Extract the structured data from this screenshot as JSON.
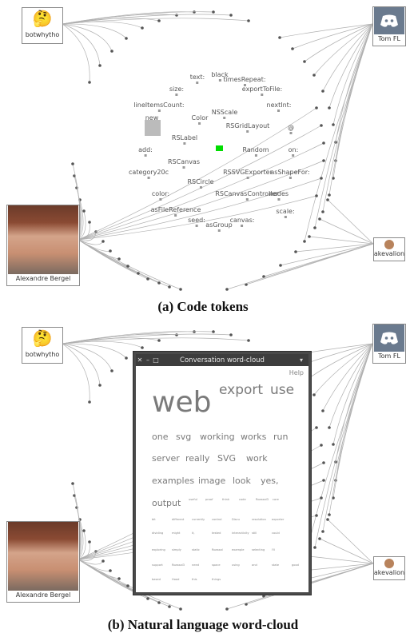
{
  "figure": {
    "captions": {
      "a": "(a) Code tokens",
      "b": "(b) Natural language word-cloud"
    }
  },
  "users": [
    {
      "name": "botwhytho",
      "icon": "thinking-face-emoji-icon"
    },
    {
      "name": "Tom FL",
      "icon": "discord-logo-icon"
    },
    {
      "name": "Alexandre Bergel",
      "icon": "photo-avatar"
    },
    {
      "name": "akevalion",
      "icon": "small-avatar"
    }
  ],
  "tokens_panel_a": [
    "text:",
    "black",
    "timesRepeat:",
    "size:",
    "exportToFile:",
    "lineItemsCount:",
    "nextInt:",
    "NSScale",
    "new",
    "Color",
    "RSGridLayout",
    "@",
    "RSLabel",
    "add:",
    "Random",
    "on:",
    "RSCanvas",
    "category20c",
    "RSSVGExporter",
    "asShapeFor:",
    "RSCircle",
    "color:",
    "RSCanvasController",
    "nodes",
    "asFileReference",
    "scale:",
    "seed:",
    "canvas:",
    "asGroup"
  ],
  "colors": {
    "green_node": "#00dd00",
    "gray_node": "#bbbbbb",
    "window_title": "#3d3d3d"
  },
  "wordcloud": {
    "window_title": "Conversation word-cloud",
    "help": "Help",
    "big": [
      "web",
      "export",
      "use"
    ],
    "rows": [
      [
        "one",
        "svg",
        "working",
        "works",
        "run"
      ],
      [
        "server",
        "really",
        "SVG",
        "work"
      ],
      [
        "examples",
        "image",
        "look",
        "yes,"
      ],
      [
        "output"
      ]
    ],
    "tiny_rows": [
      [
        "useful",
        "proof",
        "think",
        "code",
        "Roassal3",
        "core"
      ],
      [
        "bit",
        "different",
        "currently",
        "control",
        "Discu",
        "resolution",
        "exporter"
      ],
      [
        "dividing",
        "might",
        "it,",
        "tested",
        "interactivity",
        "still",
        "could"
      ],
      [
        "exploring",
        "simply",
        "static",
        "Roassal",
        "example",
        "selecting",
        "I'll"
      ],
      [
        "support",
        "Roassal3",
        "need",
        "space",
        "using",
        "and",
        "state",
        "good"
      ],
      [
        "based",
        "Hood",
        "this",
        "things"
      ]
    ]
  }
}
